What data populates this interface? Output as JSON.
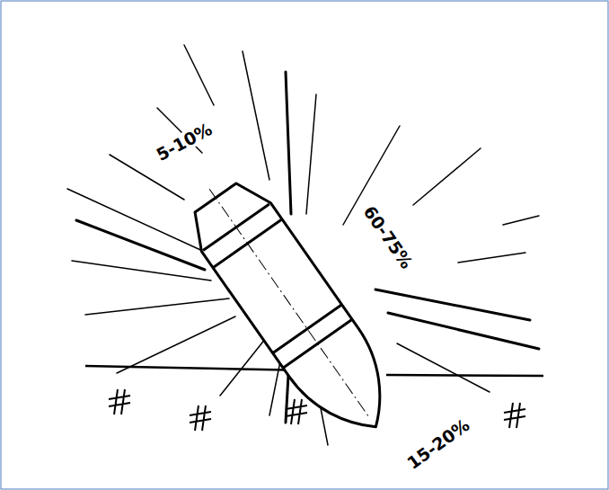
{
  "diagram": {
    "labels": [
      "5-10%",
      "60-75%",
      "15-20%"
    ]
  }
}
